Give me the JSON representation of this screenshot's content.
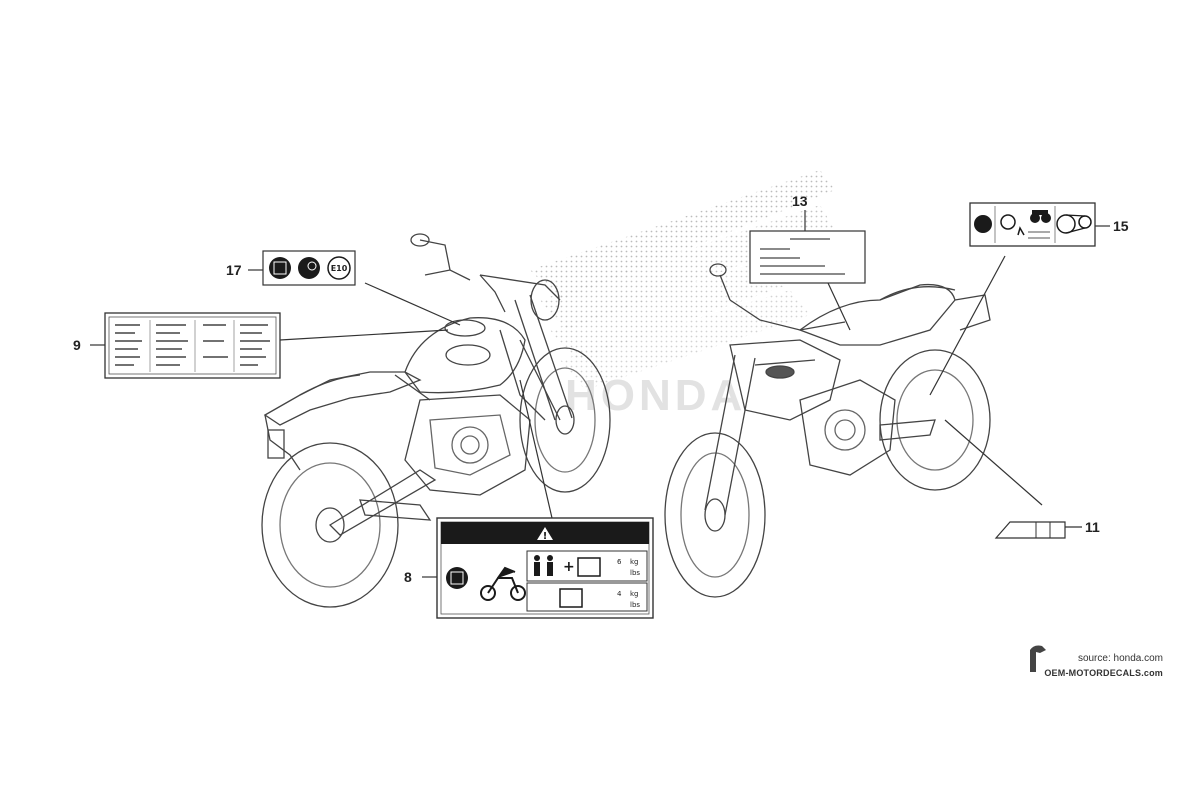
{
  "watermark": {
    "brand_text": "HONDA"
  },
  "callouts": {
    "c17": "17",
    "c9": "9",
    "c8": "8",
    "c13": "13",
    "c15": "15",
    "c11": "11"
  },
  "label17": {
    "e10_text": "E10"
  },
  "label8": {
    "warning_symbol": "!",
    "row1_value": "6",
    "row1_unit": "kg",
    "row1_sub": "lbs",
    "row2_value": "4",
    "row2_unit": "kg",
    "row2_sub": "lbs"
  },
  "credit": {
    "source": "source: honda.com",
    "site": "OEM-MOTORDECALS.com"
  }
}
